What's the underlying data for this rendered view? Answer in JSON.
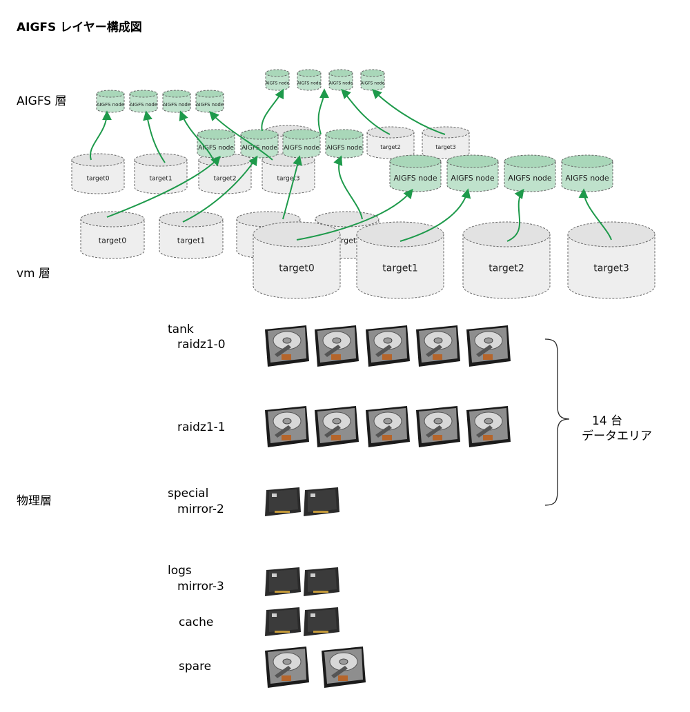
{
  "title": "AIGFS レイヤー構成図",
  "layers": {
    "aigfs": "AIGFS 層",
    "vm": "vm 層",
    "physical": "物理層"
  },
  "node_label": "AIGFS node",
  "targets": [
    "target0",
    "target1",
    "target2",
    "target3"
  ],
  "pools": {
    "tank": "tank",
    "raidz1_0": "raidz1-0",
    "raidz1_1": "raidz1-1",
    "special": "special",
    "mirror_2": "mirror-2",
    "logs": "logs",
    "mirror_3": "mirror-3",
    "cache": "cache",
    "spare": "spare"
  },
  "brace_label": {
    "count": "14 台",
    "area": "データエリア"
  },
  "colors": {
    "node_fill": "#bfe2cc",
    "arrow": "#1e9a4b",
    "vm_fill": "#eeeeee"
  },
  "icons": {
    "hdd": "hard-disk-drive-icon",
    "ssd": "solid-state-drive-icon"
  }
}
